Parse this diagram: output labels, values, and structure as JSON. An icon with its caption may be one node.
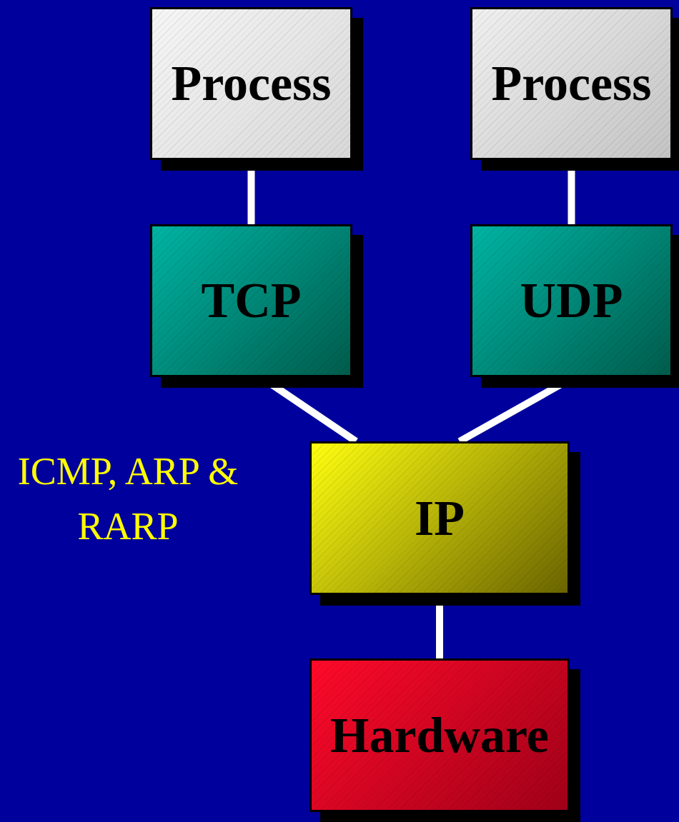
{
  "diagram": {
    "nodes": [
      {
        "text": [
          "Process"
        ]
      },
      {
        "text": [
          "Process"
        ]
      },
      {
        "text": [
          "TCP"
        ]
      },
      {
        "text": [
          "UDP"
        ]
      },
      {
        "text": [
          "IP"
        ]
      },
      {
        "text": [
          "Hardware"
        ]
      }
    ],
    "edges": [
      {
        "from": 0,
        "to": 2,
        "arrow": "none"
      },
      {
        "from": 1,
        "to": 3,
        "arrow": "none"
      },
      {
        "from": 2,
        "to": 4,
        "arrow": "none"
      },
      {
        "from": 3,
        "to": 4,
        "arrow": "none"
      },
      {
        "from": 4,
        "to": 5,
        "arrow": "none"
      }
    ],
    "labels": [
      "ICMP, ARP & RARP"
    ]
  }
}
